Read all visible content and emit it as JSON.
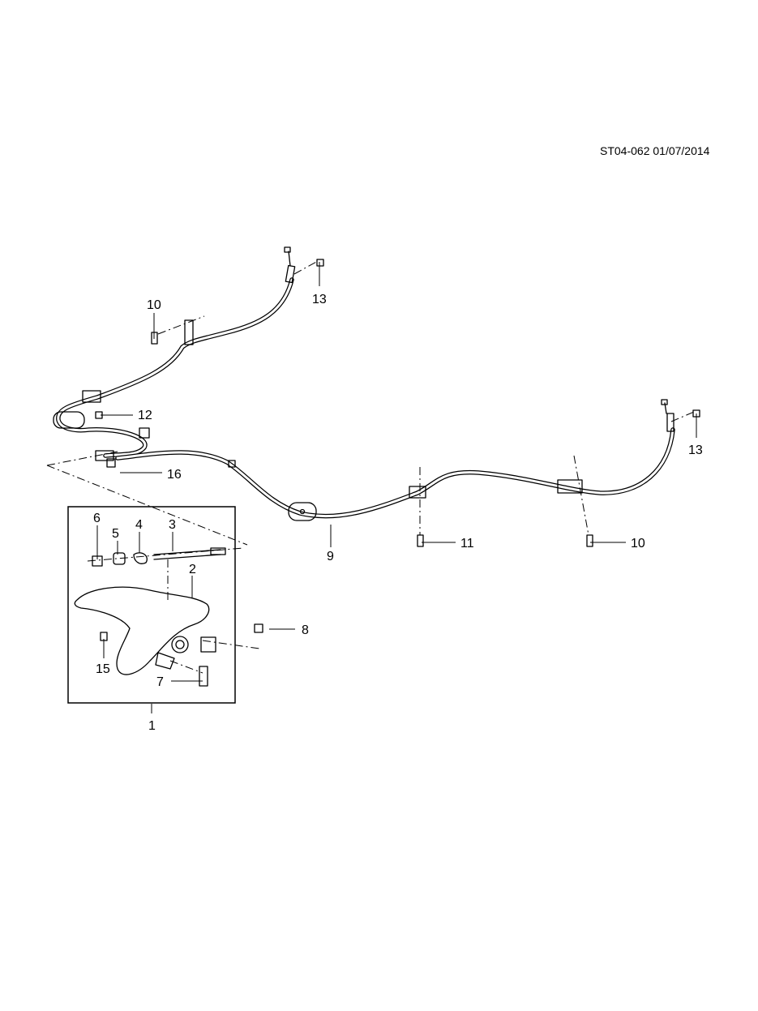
{
  "drawing": {
    "code": "ST04-062 01/07/2014"
  },
  "callouts": {
    "c1": "1",
    "c2": "2",
    "c3": "3",
    "c4": "4",
    "c5": "5",
    "c6": "6",
    "c7": "7",
    "c8": "8",
    "c9": "9",
    "c10_top": "10",
    "c10_right": "10",
    "c11": "11",
    "c12": "12",
    "c13_top": "13",
    "c13_right": "13",
    "c15": "15",
    "c16": "16"
  }
}
